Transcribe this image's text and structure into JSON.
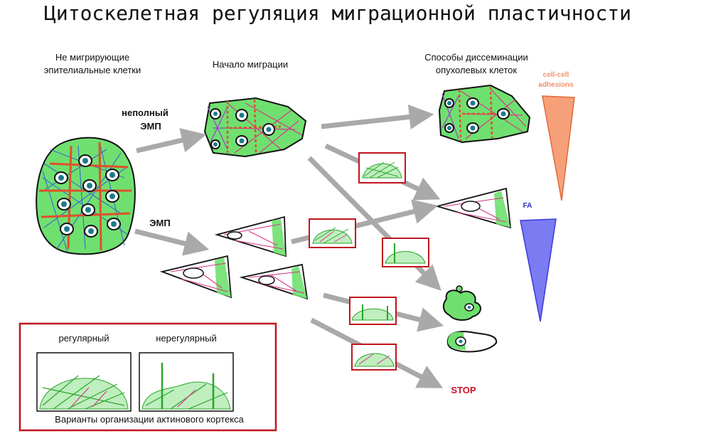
{
  "title": "Цитоскелетная регуляция миграционной пластичности",
  "labels": {
    "non_migrating_line1": "Не мигрирующие",
    "non_migrating_line2": "эпителиальные клетки",
    "migration_start": "Начало миграции",
    "dissemination_line1": "Способы диссеминации",
    "dissemination_line2": "опухолевых клеток",
    "partial_emt_line1": "неполный",
    "partial_emt_line2": "ЭМП",
    "emt": "ЭМП",
    "cell_cell_line1": "cell-cell",
    "cell_cell_line2": "adhesions",
    "fa": "FA",
    "stop": "STOP"
  },
  "legend": {
    "regular": "регулярный",
    "irregular": "нерегулярный",
    "caption": "Варианты организации актинового кортекса"
  },
  "colors": {
    "arrow": "#a9a9a9",
    "cell_green": "#6fe06f",
    "cell_green_dark": "#2aa52a",
    "nucleus": "#1b7a8c",
    "junction": "#e0502a",
    "actin_blue": "#3a5ad8",
    "actin_pink": "#d8388a",
    "violet": "#9b3fd0",
    "frame_red": "#c0141e",
    "stop": "#d4102a",
    "cell_cell": "#f0916a",
    "fa_bar": "#4f4fe6",
    "fa_text": "#2a2ac8"
  }
}
